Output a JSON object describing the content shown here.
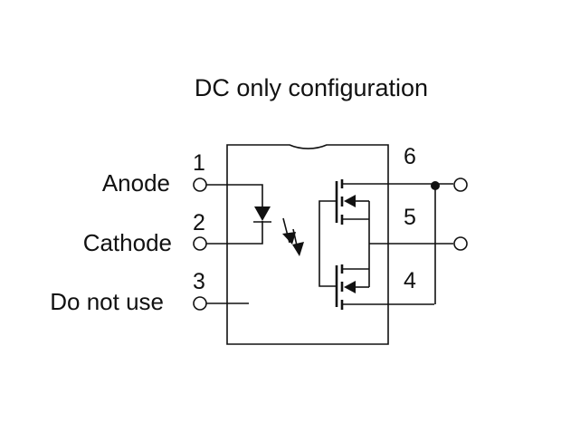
{
  "title": "DC only configuration",
  "left_pins": [
    {
      "number": "1",
      "name": "Anode"
    },
    {
      "number": "2",
      "name": "Cathode"
    },
    {
      "number": "3",
      "name": "Do not use"
    }
  ],
  "right_pins": [
    {
      "number": "6"
    },
    {
      "number": "5"
    },
    {
      "number": "4"
    }
  ],
  "colors": {
    "ink": "#111111",
    "background": "#ffffff"
  }
}
